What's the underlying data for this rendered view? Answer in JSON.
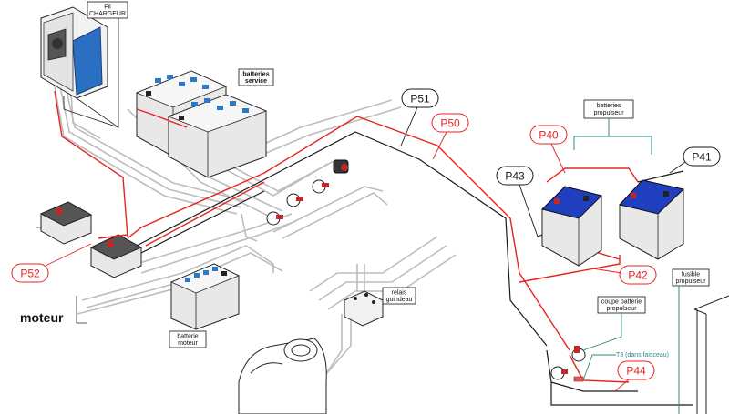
{
  "labels": {
    "charger": [
      "Fil",
      "CHARGEUR"
    ],
    "service_batteries": [
      "batteries",
      "service"
    ],
    "propulsion_batteries": [
      "batteries",
      "propulseur"
    ],
    "engine_battery": [
      "batterie",
      "moteur"
    ],
    "windlass_relay": [
      "relais",
      "guindeau"
    ],
    "propulsion_cutoff": [
      "coupe batterie",
      "propulseur"
    ],
    "propulsion_fuse": [
      "fusible",
      "propulseur"
    ],
    "engine": "moteur",
    "t3_note": "T3 (dans faisceau)"
  },
  "cables": {
    "p50": "P50",
    "p51": "P51",
    "p52": "P52",
    "p40": "P40",
    "p41": "P41",
    "p42": "P42",
    "p43": "P43",
    "p44": "P44"
  },
  "colors": {
    "positive": "#e8231e",
    "negative": "#1a1a1a",
    "harness": "#bdbdbd",
    "leader_teal": "#2e8a86",
    "battery_blue": "#1f3fbf",
    "charger_blue": "#2a6fc2"
  }
}
